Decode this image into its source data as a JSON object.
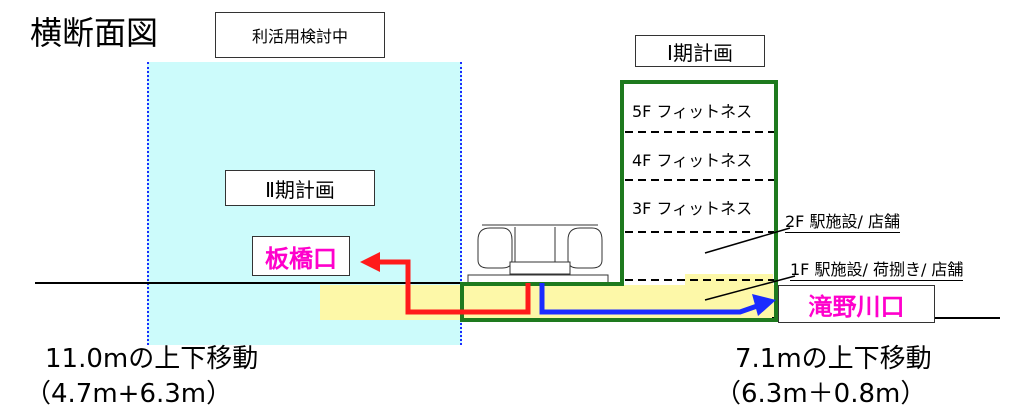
{
  "title": "横断面図",
  "study_label": "利活用検討中",
  "phase2_label": "Ⅱ期計画",
  "phase1_label": "Ⅰ期計画",
  "floors": [
    "5F フィットネス",
    "4F フィットネス",
    "3F フィットネス"
  ],
  "floor2": "2F 駅施設/ 店舗",
  "floor1": "1F 駅施設/ 荷捌き/ 店舗",
  "exit_left": "板橋口",
  "exit_right": "滝野川口",
  "left_move": "11.0mの上下移動",
  "left_move_detail": "（4.7m+6.3m）",
  "right_move": "7.1mの上下移動",
  "right_move_detail": "（6.3m＋0.8m）",
  "colors": {
    "cyan": "#ccfbfb",
    "yellow": "#fdf8a8",
    "green": "#1e7a1e",
    "red": "#ff1a1a",
    "blue": "#1a2bff",
    "pink": "#ff00cc"
  }
}
